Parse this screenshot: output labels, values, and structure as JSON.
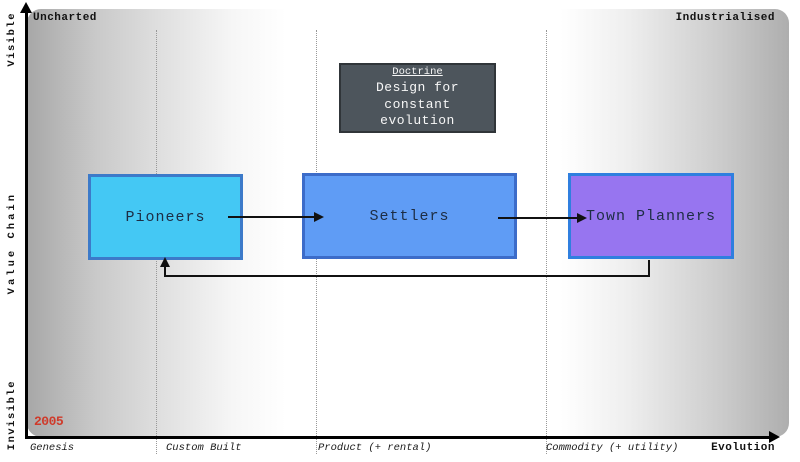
{
  "map": {
    "corner_labels": {
      "top_left": "Uncharted",
      "top_right": "Industrialised"
    },
    "y_axis": {
      "top": "Visible",
      "middle": "Value Chain",
      "bottom": "Invisible"
    },
    "x_axis": {
      "label": "Evolution",
      "stages": [
        "Genesis",
        "Custom Built",
        "Product (+ rental)",
        "Commodity (+ utility)"
      ]
    },
    "year": "2005",
    "doctrine": {
      "title": "Doctrine",
      "body": "Design for constant evolution"
    },
    "nodes": [
      {
        "id": "pioneers",
        "label": "Pioneers",
        "fill": "#44c8f4",
        "border": "#3c7ac9"
      },
      {
        "id": "settlers",
        "label": "Settlers",
        "fill": "#5f9cf5",
        "border": "#3c6cc9"
      },
      {
        "id": "town_planners",
        "label": "Town Planners",
        "fill": "#9775f0",
        "border": "#2f7fdf"
      }
    ],
    "edges": [
      {
        "from": "pioneers",
        "to": "settlers",
        "type": "forward"
      },
      {
        "from": "settlers",
        "to": "town_planners",
        "type": "forward"
      },
      {
        "from": "town_planners",
        "to": "pioneers",
        "type": "feedback"
      }
    ],
    "colors": {
      "year_text": "#cf3a2a",
      "doctrine_fill": "#4d555c",
      "doctrine_border": "#303539",
      "arrow": "#111111",
      "canvas_edge_gray": "#a7a7a7"
    }
  }
}
